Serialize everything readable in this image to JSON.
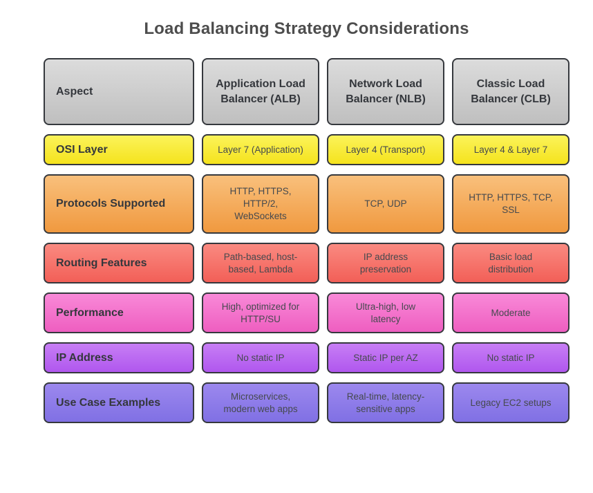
{
  "title": "Load Balancing Strategy Considerations",
  "table": {
    "header": {
      "aspect": "Aspect",
      "alb": "Application Load Balancer (ALB)",
      "nlb": "Network Load Balancer (NLB)",
      "clb": "Classic Load Balancer (CLB)"
    },
    "rows": [
      {
        "aspect": "OSI Layer",
        "alb": "Layer 7 (Application)",
        "nlb": "Layer 4 (Transport)",
        "clb": "Layer 4 & Layer 7",
        "theme": "yellow"
      },
      {
        "aspect": "Protocols Supported",
        "alb": "HTTP, HTTPS,\nHTTP/2,\nWebSockets",
        "nlb": "TCP, UDP",
        "clb": "HTTP, HTTPS, TCP,\nSSL",
        "theme": "orange"
      },
      {
        "aspect": "Routing Features",
        "alb": "Path-based, host-based, Lambda",
        "nlb": "IP address\npreservation",
        "clb": "Basic load\ndistribution",
        "theme": "salmon"
      },
      {
        "aspect": "Performance",
        "alb": "High, optimized for\nHTTP/SU",
        "nlb": "Ultra-high, low\nlatency",
        "clb": "Moderate",
        "theme": "pink"
      },
      {
        "aspect": "IP Address",
        "alb": "No static IP",
        "nlb": "Static IP per AZ",
        "clb": "No static IP",
        "theme": "purple"
      },
      {
        "aspect": "Use Case Examples",
        "alb": "Microservices,\nmodern web apps",
        "nlb": "Real-time, latency-sensitive apps",
        "clb": "Legacy EC2 setups",
        "theme": "violet"
      }
    ]
  },
  "colors": {
    "title_text": "#4d4d4d",
    "cell_border": "#35383d",
    "bold_text": "#34373c",
    "data_text": "#45494e",
    "themes": {
      "gray": [
        "#dcdcdc",
        "#bfbfbf"
      ],
      "yellow": [
        "#fbf35a",
        "#f5e31d"
      ],
      "orange": [
        "#f9c07c",
        "#f0993f"
      ],
      "salmon": [
        "#fa8a81",
        "#f25f57"
      ],
      "pink": [
        "#f989d8",
        "#ee5ec0"
      ],
      "purple": [
        "#c77ef5",
        "#b057ee"
      ],
      "violet": [
        "#9c88ee",
        "#8070e4"
      ]
    }
  }
}
